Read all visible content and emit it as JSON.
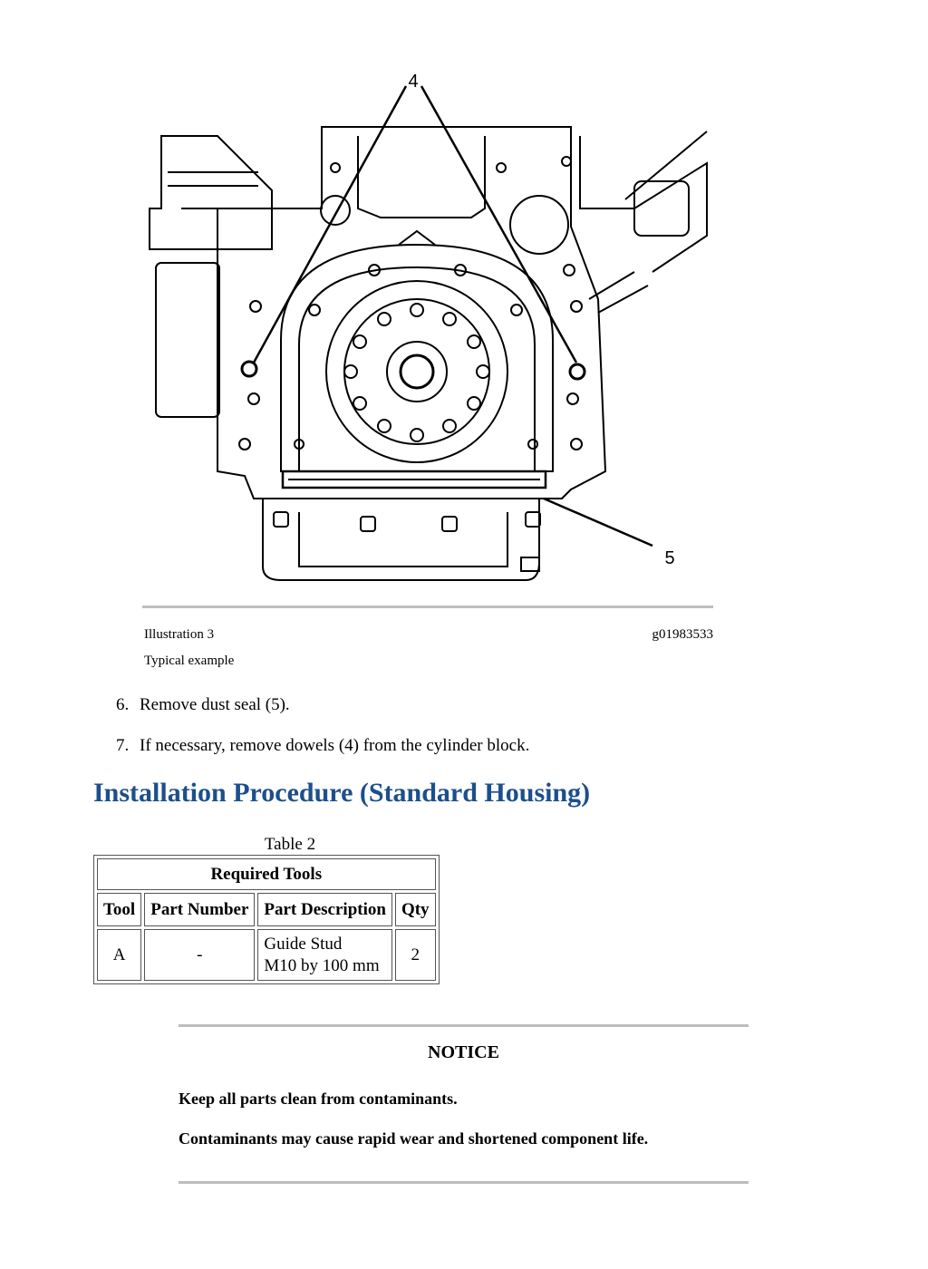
{
  "illustration": {
    "callouts": {
      "dowels": "4",
      "dust_seal": "5"
    },
    "caption_label": "Illustration 3",
    "caption_id": "g01983533",
    "caption_sub": "Typical example"
  },
  "steps": [
    {
      "num": "6.",
      "text": "Remove dust seal (5)."
    },
    {
      "num": "7.",
      "text": "If necessary, remove dowels (4) from the cylinder block."
    }
  ],
  "section_title": "Installation Procedure (Standard Housing)",
  "table": {
    "caption": "Table 2",
    "title": "Required Tools",
    "headers": [
      "Tool",
      "Part Number",
      "Part Description",
      "Qty"
    ],
    "rows": [
      {
        "tool": "A",
        "part_number": "-",
        "desc_line1": "Guide Stud",
        "desc_line2": "M10 by 100 mm",
        "qty": "2"
      }
    ]
  },
  "notice": {
    "title": "NOTICE",
    "lines": [
      "Keep all parts clean from contaminants.",
      "Contaminants may cause rapid wear and shortened component life."
    ]
  },
  "colors": {
    "heading": "#1c4f8c",
    "rule": "#bdbdbd",
    "border": "#555555"
  }
}
